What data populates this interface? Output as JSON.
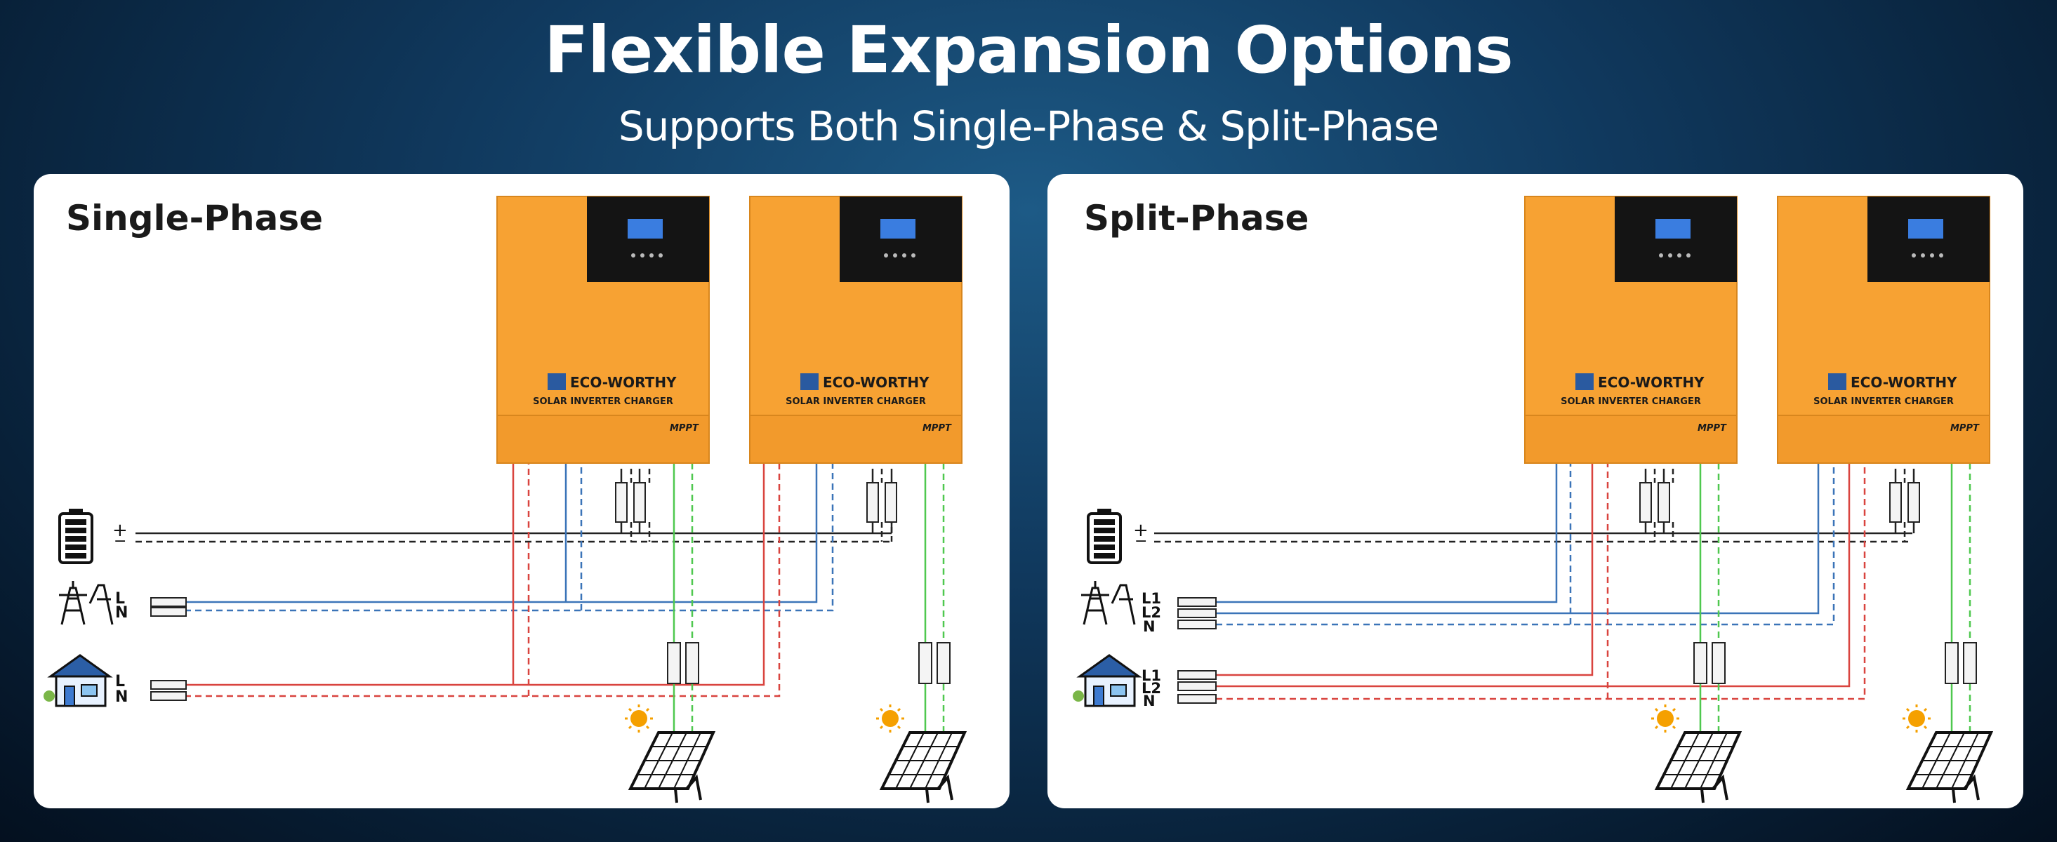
{
  "header": {
    "title": "Flexible Expansion Options",
    "subtitle": "Supports Both  Single-Phase & Split-Phase"
  },
  "inverter": {
    "brand": "ECO-WORTHY",
    "product": "SOLAR INVERTER CHARGER",
    "mppt": "MPPT"
  },
  "panels": [
    {
      "title": "Single-Phase",
      "battery_labels": [
        "+",
        "−"
      ],
      "grid_labels": [
        "L",
        "N"
      ],
      "load_labels": [
        "L",
        "N"
      ]
    },
    {
      "title": "Split-Phase",
      "battery_labels": [
        "+",
        "−"
      ],
      "grid_labels": [
        "L1",
        "L2",
        "N"
      ],
      "load_labels": [
        "L1",
        "L2",
        "N"
      ]
    }
  ],
  "colors": {
    "inverter_body": "#f7a233",
    "screen_panel": "#141414",
    "lcd": "#3a7de0",
    "battery_wire": "#222222",
    "grid_wire": "#3b74b8",
    "load_wire": "#d9443f",
    "pv_wire": "#4fc84f",
    "sun": "#f5a000"
  }
}
